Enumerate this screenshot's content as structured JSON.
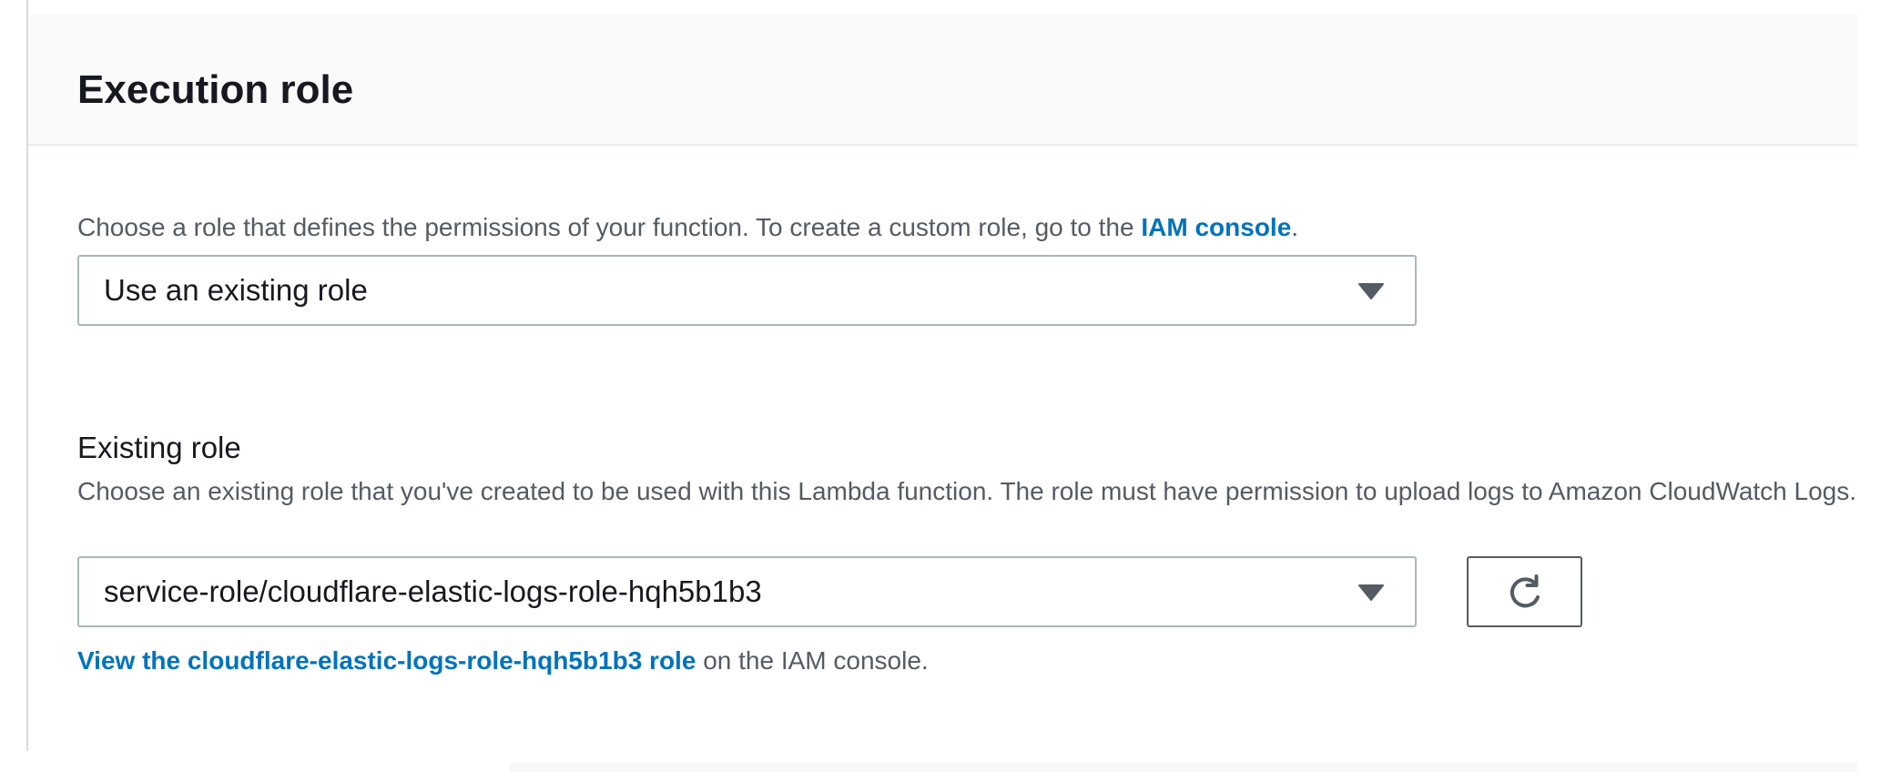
{
  "panel": {
    "title": "Execution role"
  },
  "role_choice": {
    "description_prefix": "Choose a role that defines the permissions of your function. To create a custom role, go to the ",
    "description_link": "IAM console",
    "description_suffix": ".",
    "selected": "Use an existing role",
    "caret_icon": "caret-down-icon"
  },
  "existing_role": {
    "label": "Existing role",
    "description": "Choose an existing role that you've created to be used with this Lambda function. The role must have permission to upload logs to Amazon CloudWatch Logs.",
    "selected": "service-role/cloudflare-elastic-logs-role-hqh5b1b3",
    "caret_icon": "caret-down-icon",
    "refresh_icon": "refresh-icon",
    "view_link": "View the cloudflare-elastic-logs-role-hqh5b1b3 role",
    "view_suffix": " on the IAM console."
  },
  "colors": {
    "link": "#0073bb",
    "text": "#16191f",
    "secondary_text": "#545b64",
    "border": "#aab7b8",
    "header_bg": "#fafafa"
  }
}
